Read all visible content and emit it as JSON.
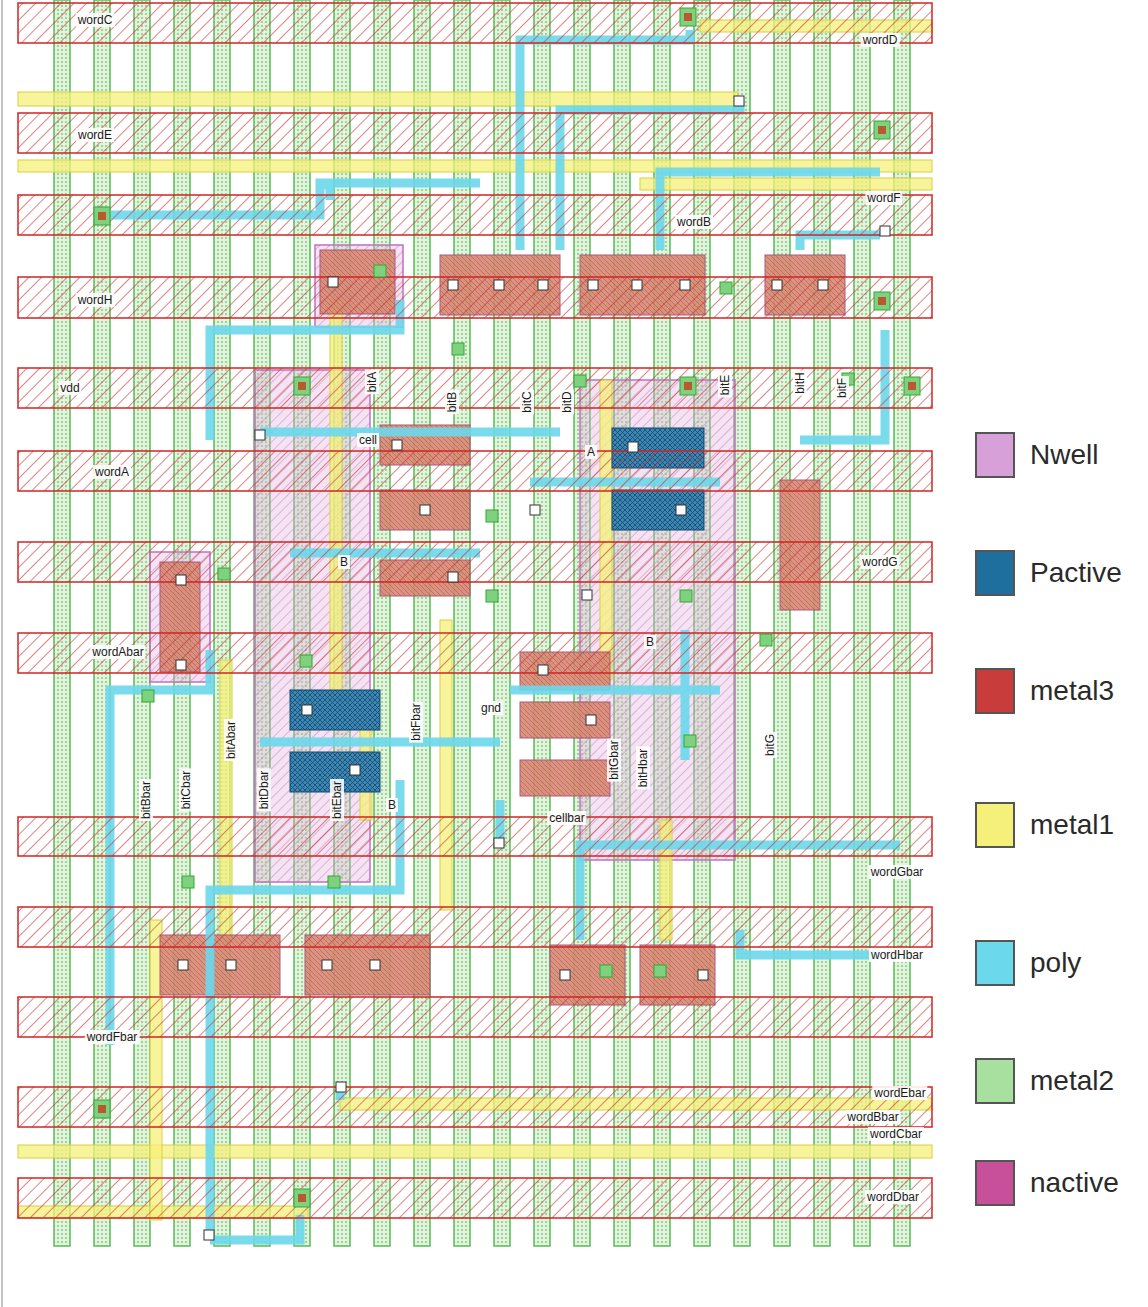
{
  "diagram": {
    "labels": [
      "wordC",
      "wordD",
      "wordE",
      "wordF",
      "wordB",
      "wordH",
      "vdd",
      "bitA",
      "bitB",
      "bitC",
      "bitD",
      "bitE",
      "bitH",
      "bitF",
      "cell",
      "A",
      "wordA",
      "B",
      "wordG",
      "B",
      "wordAbar",
      "bitFbar",
      "gnd",
      "bitGbar",
      "bitHbar",
      "bitG",
      "bitAbar",
      "bitBbar",
      "bitCbar",
      "bitDbar",
      "bitEbar",
      "B",
      "cellbar",
      "wordGbar",
      "wordHbar",
      "wordFbar",
      "wordEbar",
      "wordBbar",
      "wordCbar",
      "wordDbar"
    ],
    "legend": [
      {
        "text": "Nwell",
        "color": "#d8a0d8"
      },
      {
        "text": "Pactive",
        "color": "#1e6e9e"
      },
      {
        "text": "metal3",
        "color": "#c83c3c"
      },
      {
        "text": "metal1",
        "color": "#f5f07a"
      },
      {
        "text": "poly",
        "color": "#6cd8ec"
      },
      {
        "text": "metal2",
        "color": "#a8e0a0"
      },
      {
        "text": "nactive",
        "color": "#c8509a"
      }
    ]
  }
}
